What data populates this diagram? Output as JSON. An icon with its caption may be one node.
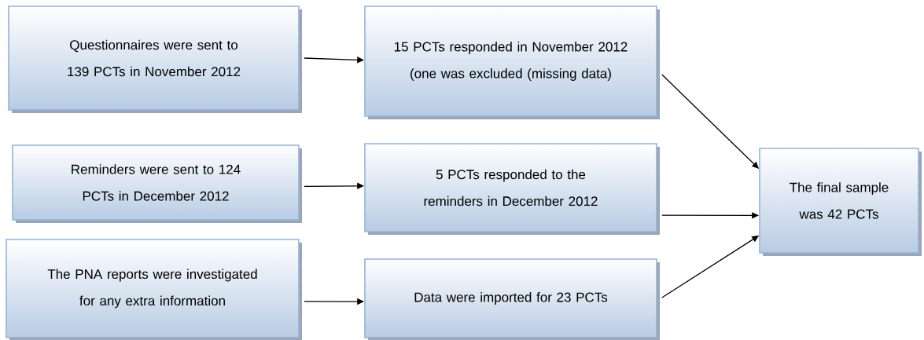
{
  "diagram": {
    "nodes": [
      {
        "text": [
          "Questionnaires were sent to 139 PCTs in November 2012"
        ]
      },
      {
        "text": [
          "15 PCTs responded in November 2012 (one was excluded (missing data)"
        ]
      },
      {
        "text": [
          "Reminders were sent to 124 PCTs in December 2012"
        ]
      },
      {
        "text": [
          "5 PCTs responded to the reminders in December 2012"
        ]
      },
      {
        "text": [
          "The PNA reports were investigated for any extra information"
        ]
      },
      {
        "text": [
          "Data were imported for 23 PCTs"
        ]
      },
      {
        "text": [
          "The final sample was 42 PCTs"
        ]
      }
    ],
    "edges": [
      {
        "from": 0,
        "to": 1,
        "arrow": "to"
      },
      {
        "from": 2,
        "to": 3,
        "arrow": "to"
      },
      {
        "from": 4,
        "to": 5,
        "arrow": "to"
      },
      {
        "from": 1,
        "to": 6,
        "arrow": "to"
      },
      {
        "from": 3,
        "to": 6,
        "arrow": "to"
      },
      {
        "from": 5,
        "to": 6,
        "arrow": "to"
      }
    ]
  }
}
